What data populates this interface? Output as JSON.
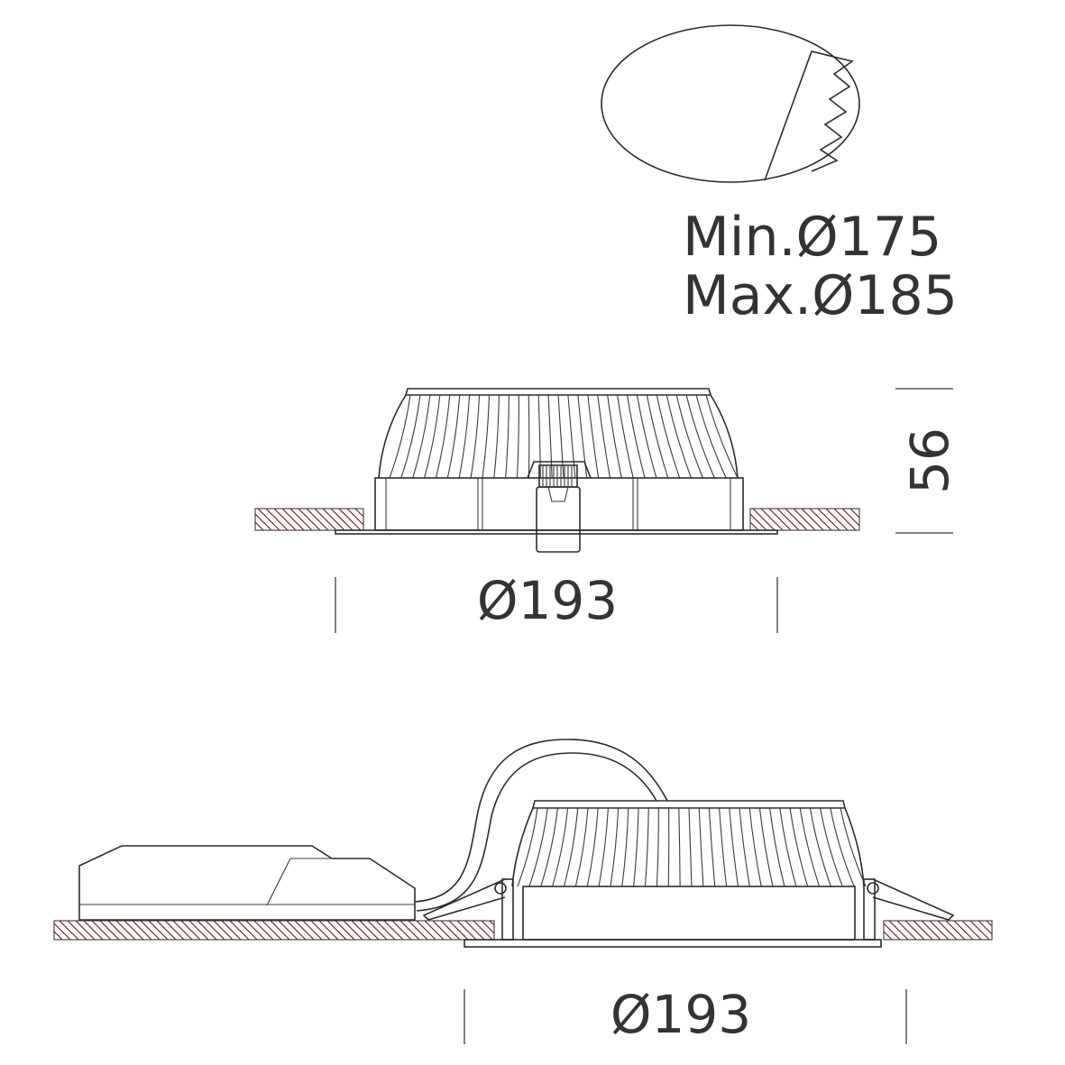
{
  "cutout": {
    "min_label": "Min.Ø175",
    "max_label": "Max.Ø185"
  },
  "front_view": {
    "diameter_label": "Ø193",
    "height_label": "56"
  },
  "installed_view": {
    "diameter_label": "Ø193"
  },
  "colors": {
    "line": "#2b2b2b",
    "hatch": "#7a1f1f",
    "text": "#333333"
  }
}
